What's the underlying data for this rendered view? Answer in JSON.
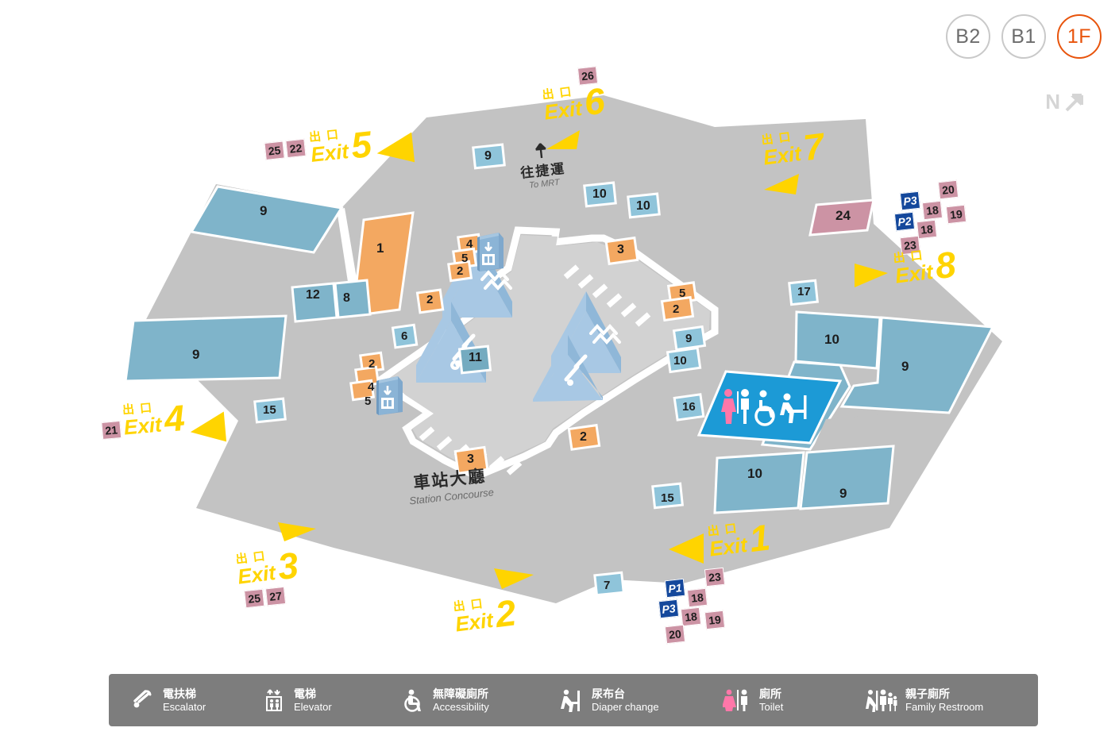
{
  "floor_selector": {
    "name": "floor-selector",
    "options": [
      {
        "label": "B2",
        "active": false
      },
      {
        "label": "B1",
        "active": false
      },
      {
        "label": "1F",
        "active": true
      }
    ],
    "active_color": "#e8540c",
    "inactive_color": "#6d6d6d"
  },
  "compass": {
    "label": "N",
    "icon": "north-arrow-icon"
  },
  "map": {
    "concourse_label": {
      "cjk": "車站大廳",
      "en": "Station Concourse"
    },
    "to_mrt_label": {
      "cjk": "往捷運",
      "en": "To MRT",
      "icon": "up-arrow-icon"
    },
    "colors": {
      "floor_plate": "#c3c3c3",
      "floor_plate_light": "#d4d4d4",
      "tile_blue": "#7fb4ca",
      "tile_lightblue": "#8fc4da",
      "tile_orange": "#f3a861",
      "tile_pink": "#cc93a4",
      "restroom_zone": "#1c9ad6",
      "exit_yellow": "#ffd400",
      "parking_blue": "#14489c"
    },
    "exits": [
      {
        "id": "exit-1",
        "cjk": "出口",
        "en": "Exit",
        "number": "1",
        "badges": [
          {
            "label": "23",
            "type": "facility"
          },
          {
            "label": "P1",
            "type": "parking"
          },
          {
            "label": "18",
            "type": "facility"
          },
          {
            "label": "P3",
            "type": "parking"
          },
          {
            "label": "18",
            "type": "facility"
          },
          {
            "label": "19",
            "type": "facility"
          },
          {
            "label": "20",
            "type": "facility"
          }
        ]
      },
      {
        "id": "exit-2",
        "cjk": "出口",
        "en": "Exit",
        "number": "2",
        "badges": []
      },
      {
        "id": "exit-3",
        "cjk": "出口",
        "en": "Exit",
        "number": "3",
        "badges": [
          {
            "label": "25",
            "type": "facility"
          },
          {
            "label": "27",
            "type": "facility"
          }
        ]
      },
      {
        "id": "exit-4",
        "cjk": "出口",
        "en": "Exit",
        "number": "4",
        "badges": [
          {
            "label": "21",
            "type": "facility"
          }
        ]
      },
      {
        "id": "exit-5",
        "cjk": "出口",
        "en": "Exit",
        "number": "5",
        "badges": [
          {
            "label": "25",
            "type": "facility"
          },
          {
            "label": "22",
            "type": "facility"
          }
        ]
      },
      {
        "id": "exit-6",
        "cjk": "出口",
        "en": "Exit",
        "number": "6",
        "badges": [
          {
            "label": "26",
            "type": "facility"
          }
        ]
      },
      {
        "id": "exit-7",
        "cjk": "出口",
        "en": "Exit",
        "number": "7",
        "badges": []
      },
      {
        "id": "exit-8",
        "cjk": "出口",
        "en": "Exit",
        "number": "8",
        "badges": [
          {
            "label": "20",
            "type": "facility"
          },
          {
            "label": "P3",
            "type": "parking"
          },
          {
            "label": "18",
            "type": "facility"
          },
          {
            "label": "19",
            "type": "facility"
          },
          {
            "label": "P2",
            "type": "parking"
          },
          {
            "label": "18",
            "type": "facility"
          },
          {
            "label": "23",
            "type": "facility"
          }
        ]
      }
    ],
    "tiles": [
      {
        "id": "tile-nw-9",
        "label": "9",
        "color": "blue"
      },
      {
        "id": "tile-w-9",
        "label": "9",
        "color": "blue"
      },
      {
        "id": "tile-1",
        "label": "1",
        "color": "orange"
      },
      {
        "id": "tile-12",
        "label": "12",
        "color": "blue"
      },
      {
        "id": "tile-8",
        "label": "8",
        "color": "blue"
      },
      {
        "id": "tile-6",
        "label": "6",
        "color": "lightblue"
      },
      {
        "id": "tile-15-left",
        "label": "15",
        "color": "lightblue"
      },
      {
        "id": "tile-2-left",
        "label": "2",
        "color": "orange"
      },
      {
        "id": "tile-2-mid",
        "label": "2",
        "color": "orange"
      },
      {
        "id": "tile-5-mid",
        "label": "5",
        "color": "orange"
      },
      {
        "id": "tile-4-mid",
        "label": "4",
        "color": "orange"
      },
      {
        "id": "tile-2-elev",
        "label": "2",
        "color": "orange"
      },
      {
        "id": "tile-5-elev",
        "label": "5",
        "color": "orange"
      },
      {
        "id": "tile-4-elev",
        "label": "4",
        "color": "orange"
      },
      {
        "id": "tile-11",
        "label": "11",
        "color": "lightblue"
      },
      {
        "id": "tile-3-top",
        "label": "3",
        "color": "orange"
      },
      {
        "id": "tile-3-bot",
        "label": "3",
        "color": "orange"
      },
      {
        "id": "tile-2-bot",
        "label": "2",
        "color": "orange"
      },
      {
        "id": "tile-5-right",
        "label": "5",
        "color": "orange"
      },
      {
        "id": "tile-2-right",
        "label": "2",
        "color": "orange"
      },
      {
        "id": "tile-9-right",
        "label": "9",
        "color": "lightblue"
      },
      {
        "id": "tile-10-right",
        "label": "10",
        "color": "lightblue"
      },
      {
        "id": "tile-16",
        "label": "16",
        "color": "lightblue"
      },
      {
        "id": "tile-9-top",
        "label": "9",
        "color": "lightblue"
      },
      {
        "id": "tile-10-topa",
        "label": "10",
        "color": "lightblue"
      },
      {
        "id": "tile-10-topb",
        "label": "10",
        "color": "lightblue"
      },
      {
        "id": "tile-24",
        "label": "24",
        "color": "pink"
      },
      {
        "id": "tile-17",
        "label": "17",
        "color": "lightblue"
      },
      {
        "id": "tile-10-e",
        "label": "10",
        "color": "blue"
      },
      {
        "id": "tile-9-e",
        "label": "9",
        "color": "blue"
      },
      {
        "id": "tile-10-se",
        "label": "10",
        "color": "blue"
      },
      {
        "id": "tile-9-se",
        "label": "9",
        "color": "blue"
      },
      {
        "id": "tile-15-se",
        "label": "15",
        "color": "lightblue"
      },
      {
        "id": "tile-7",
        "label": "7",
        "color": "lightblue"
      }
    ],
    "facility_zone": {
      "id": "restroom-zone",
      "icons": [
        "toilet-female-icon",
        "toilet-male-icon",
        "wheelchair-icon",
        "diaper-change-icon"
      ]
    },
    "elevators": [
      {
        "id": "elevator-north",
        "icon": "elevator-icon"
      },
      {
        "id": "elevator-west",
        "icon": "elevator-icon"
      }
    ],
    "escalators": [
      {
        "id": "escalator-nw",
        "icon": "stairs-icon"
      },
      {
        "id": "escalator-w",
        "icon": "escalator-icon"
      },
      {
        "id": "escalator-ne",
        "icon": "stairs-icon"
      },
      {
        "id": "escalator-se",
        "icon": "escalator-icon"
      }
    ]
  },
  "legend": {
    "items": [
      {
        "id": "legend-escalator",
        "icon": "escalator-icon",
        "cjk": "電扶梯",
        "en": "Escalator"
      },
      {
        "id": "legend-elevator",
        "icon": "elevator-icon",
        "cjk": "電梯",
        "en": "Elevator"
      },
      {
        "id": "legend-accessible",
        "icon": "wheelchair-icon",
        "cjk": "無障礙廁所",
        "en": "Accessibility"
      },
      {
        "id": "legend-diaper",
        "icon": "diaper-change-icon",
        "cjk": "尿布台",
        "en": "Diaper change"
      },
      {
        "id": "legend-toilet",
        "icon": "toilet-icon",
        "cjk": "廁所",
        "en": "Toilet"
      },
      {
        "id": "legend-family",
        "icon": "family-restroom-icon",
        "cjk": "親子廁所",
        "en": "Family Restroom"
      }
    ]
  }
}
